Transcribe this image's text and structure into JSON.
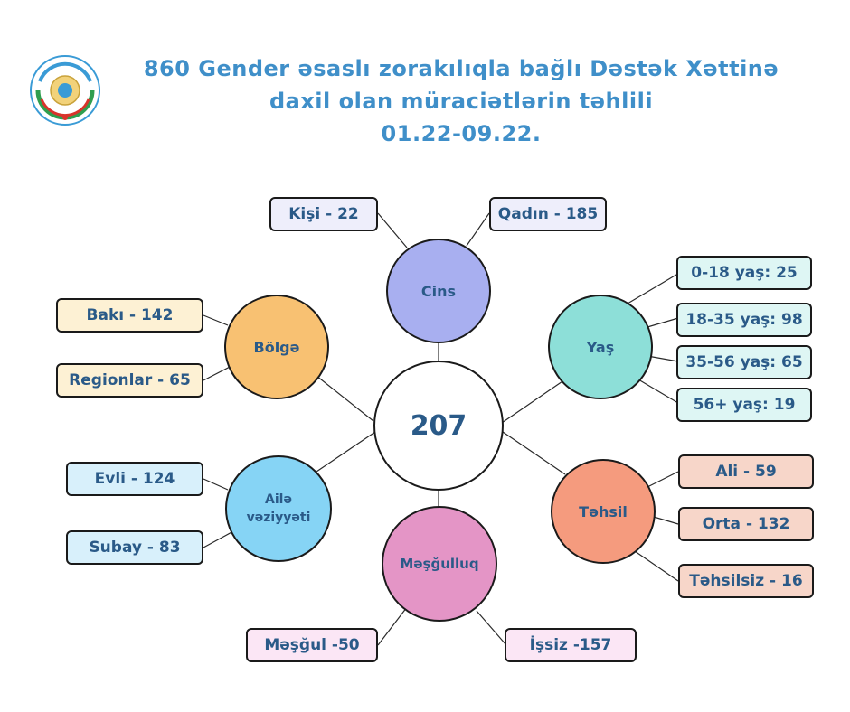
{
  "title": {
    "line1": "860 Gender əsaslı zorakılıqla bağlı Dəstək Xəttinə",
    "line2": "daxil olan müraciətlərin təhlili",
    "line3": "01.22-09.22."
  },
  "center": {
    "label": "207"
  },
  "categories": {
    "cins": {
      "label": "Cins",
      "color": "#a8aff0",
      "items": [
        "Kişi - 22",
        "Qadın - 185"
      ],
      "box_color": "#eeeefb"
    },
    "yas": {
      "label": "Yaş",
      "color": "#8ddfd8",
      "items": [
        "0-18 yaş: 25",
        "18-35 yaş: 98",
        "35-56 yaş: 65",
        "56+ yaş: 19"
      ],
      "box_color": "#def6f4"
    },
    "tehsil": {
      "label": "Təhsil",
      "color": "#f59b7e",
      "items": [
        "Ali - 59",
        "Orta - 132",
        "Təhsilsiz - 16"
      ],
      "box_color": "#f7d6c9"
    },
    "mesgulluq": {
      "label": "Məşğulluq",
      "color": "#e495c6",
      "items": [
        "Məşğul -50",
        "İşsiz -157"
      ],
      "box_color": "#fbe6f5"
    },
    "aile": {
      "label_line1": "Ailə",
      "label_line2": "vəziyyəti",
      "color": "#86d4f5",
      "items": [
        "Evli - 124",
        "Subay - 83"
      ],
      "box_color": "#d8f0fb"
    },
    "bolge": {
      "label": "Bölgə",
      "color": "#f8c172",
      "items": [
        "Bakı - 142",
        "Regionlar - 65"
      ],
      "box_color": "#fdf1d4"
    }
  }
}
